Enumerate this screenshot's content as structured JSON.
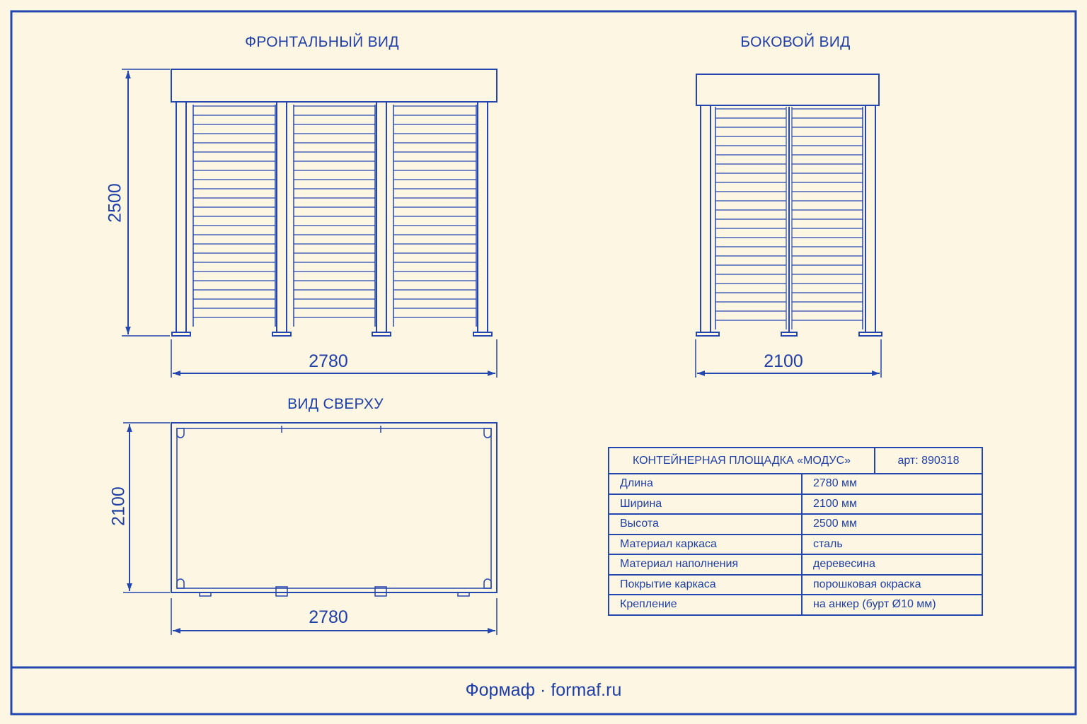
{
  "views": {
    "front": {
      "title": "ФРОНТАЛЬНЫЙ ВИД",
      "height_dim": "2500",
      "width_dim": "2780"
    },
    "side": {
      "title": "БОКОВОЙ ВИД",
      "width_dim": "2100"
    },
    "top": {
      "title": "ВИД СВЕРХУ",
      "depth_dim": "2100",
      "width_dim": "2780"
    }
  },
  "spec_table": {
    "product_title": "КОНТЕЙНЕРНАЯ ПЛОЩАДКА «МОДУС»",
    "article": "арт: 890318",
    "rows": [
      {
        "param": "Длина",
        "value": "2780 мм"
      },
      {
        "param": "Ширина",
        "value": "2100 мм"
      },
      {
        "param": "Высота",
        "value": "2500 мм"
      },
      {
        "param": "Материал каркаса",
        "value": "сталь"
      },
      {
        "param": "Материал наполнения",
        "value": "деревесина"
      },
      {
        "param": "Покрытие каркаса",
        "value": "порошковая окраска"
      },
      {
        "param": "Крепление",
        "value": "на анкер (бурт Ø10 мм)"
      }
    ]
  },
  "footer": {
    "text": "Формаф · formaf.ru"
  },
  "colors": {
    "ink": "#1f3fa6",
    "paper": "#fdf6e3"
  }
}
